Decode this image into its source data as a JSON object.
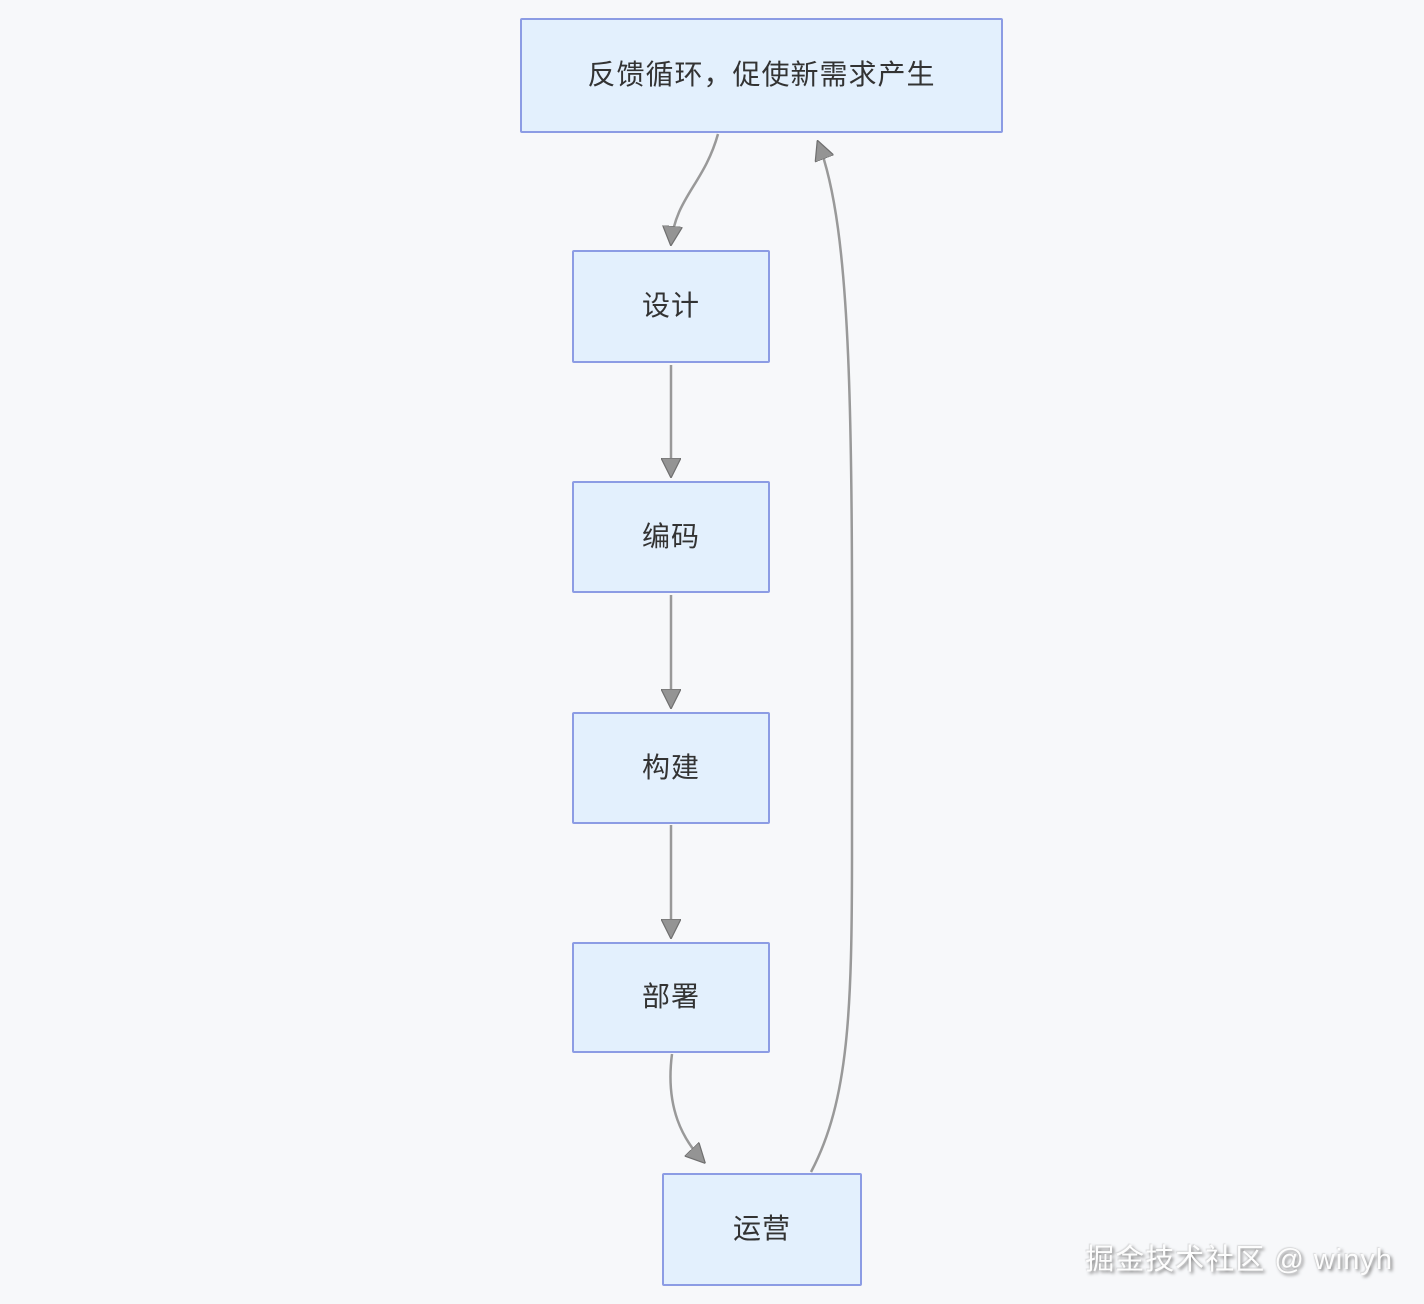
{
  "diagram": {
    "type": "flowchart",
    "direction": "top-down-with-feedback-loop",
    "nodes": [
      {
        "id": "feedback",
        "label": "反馈循环，促使新需求产生"
      },
      {
        "id": "design",
        "label": "设计"
      },
      {
        "id": "coding",
        "label": "编码"
      },
      {
        "id": "build",
        "label": "构建"
      },
      {
        "id": "deploy",
        "label": "部署"
      },
      {
        "id": "ops",
        "label": "运营"
      }
    ],
    "edges": [
      {
        "from": "feedback",
        "to": "design"
      },
      {
        "from": "design",
        "to": "coding"
      },
      {
        "from": "coding",
        "to": "build"
      },
      {
        "from": "build",
        "to": "deploy"
      },
      {
        "from": "deploy",
        "to": "ops"
      },
      {
        "from": "ops",
        "to": "feedback"
      }
    ],
    "colors": {
      "background": "#f7f8fa",
      "node_fill": "#e3f0fd",
      "node_border": "#8c9ce4",
      "edge": "#999999",
      "arrowhead": "#949494",
      "text": "#333333"
    }
  },
  "watermark": {
    "text": "掘金技术社区 @ winyh"
  }
}
